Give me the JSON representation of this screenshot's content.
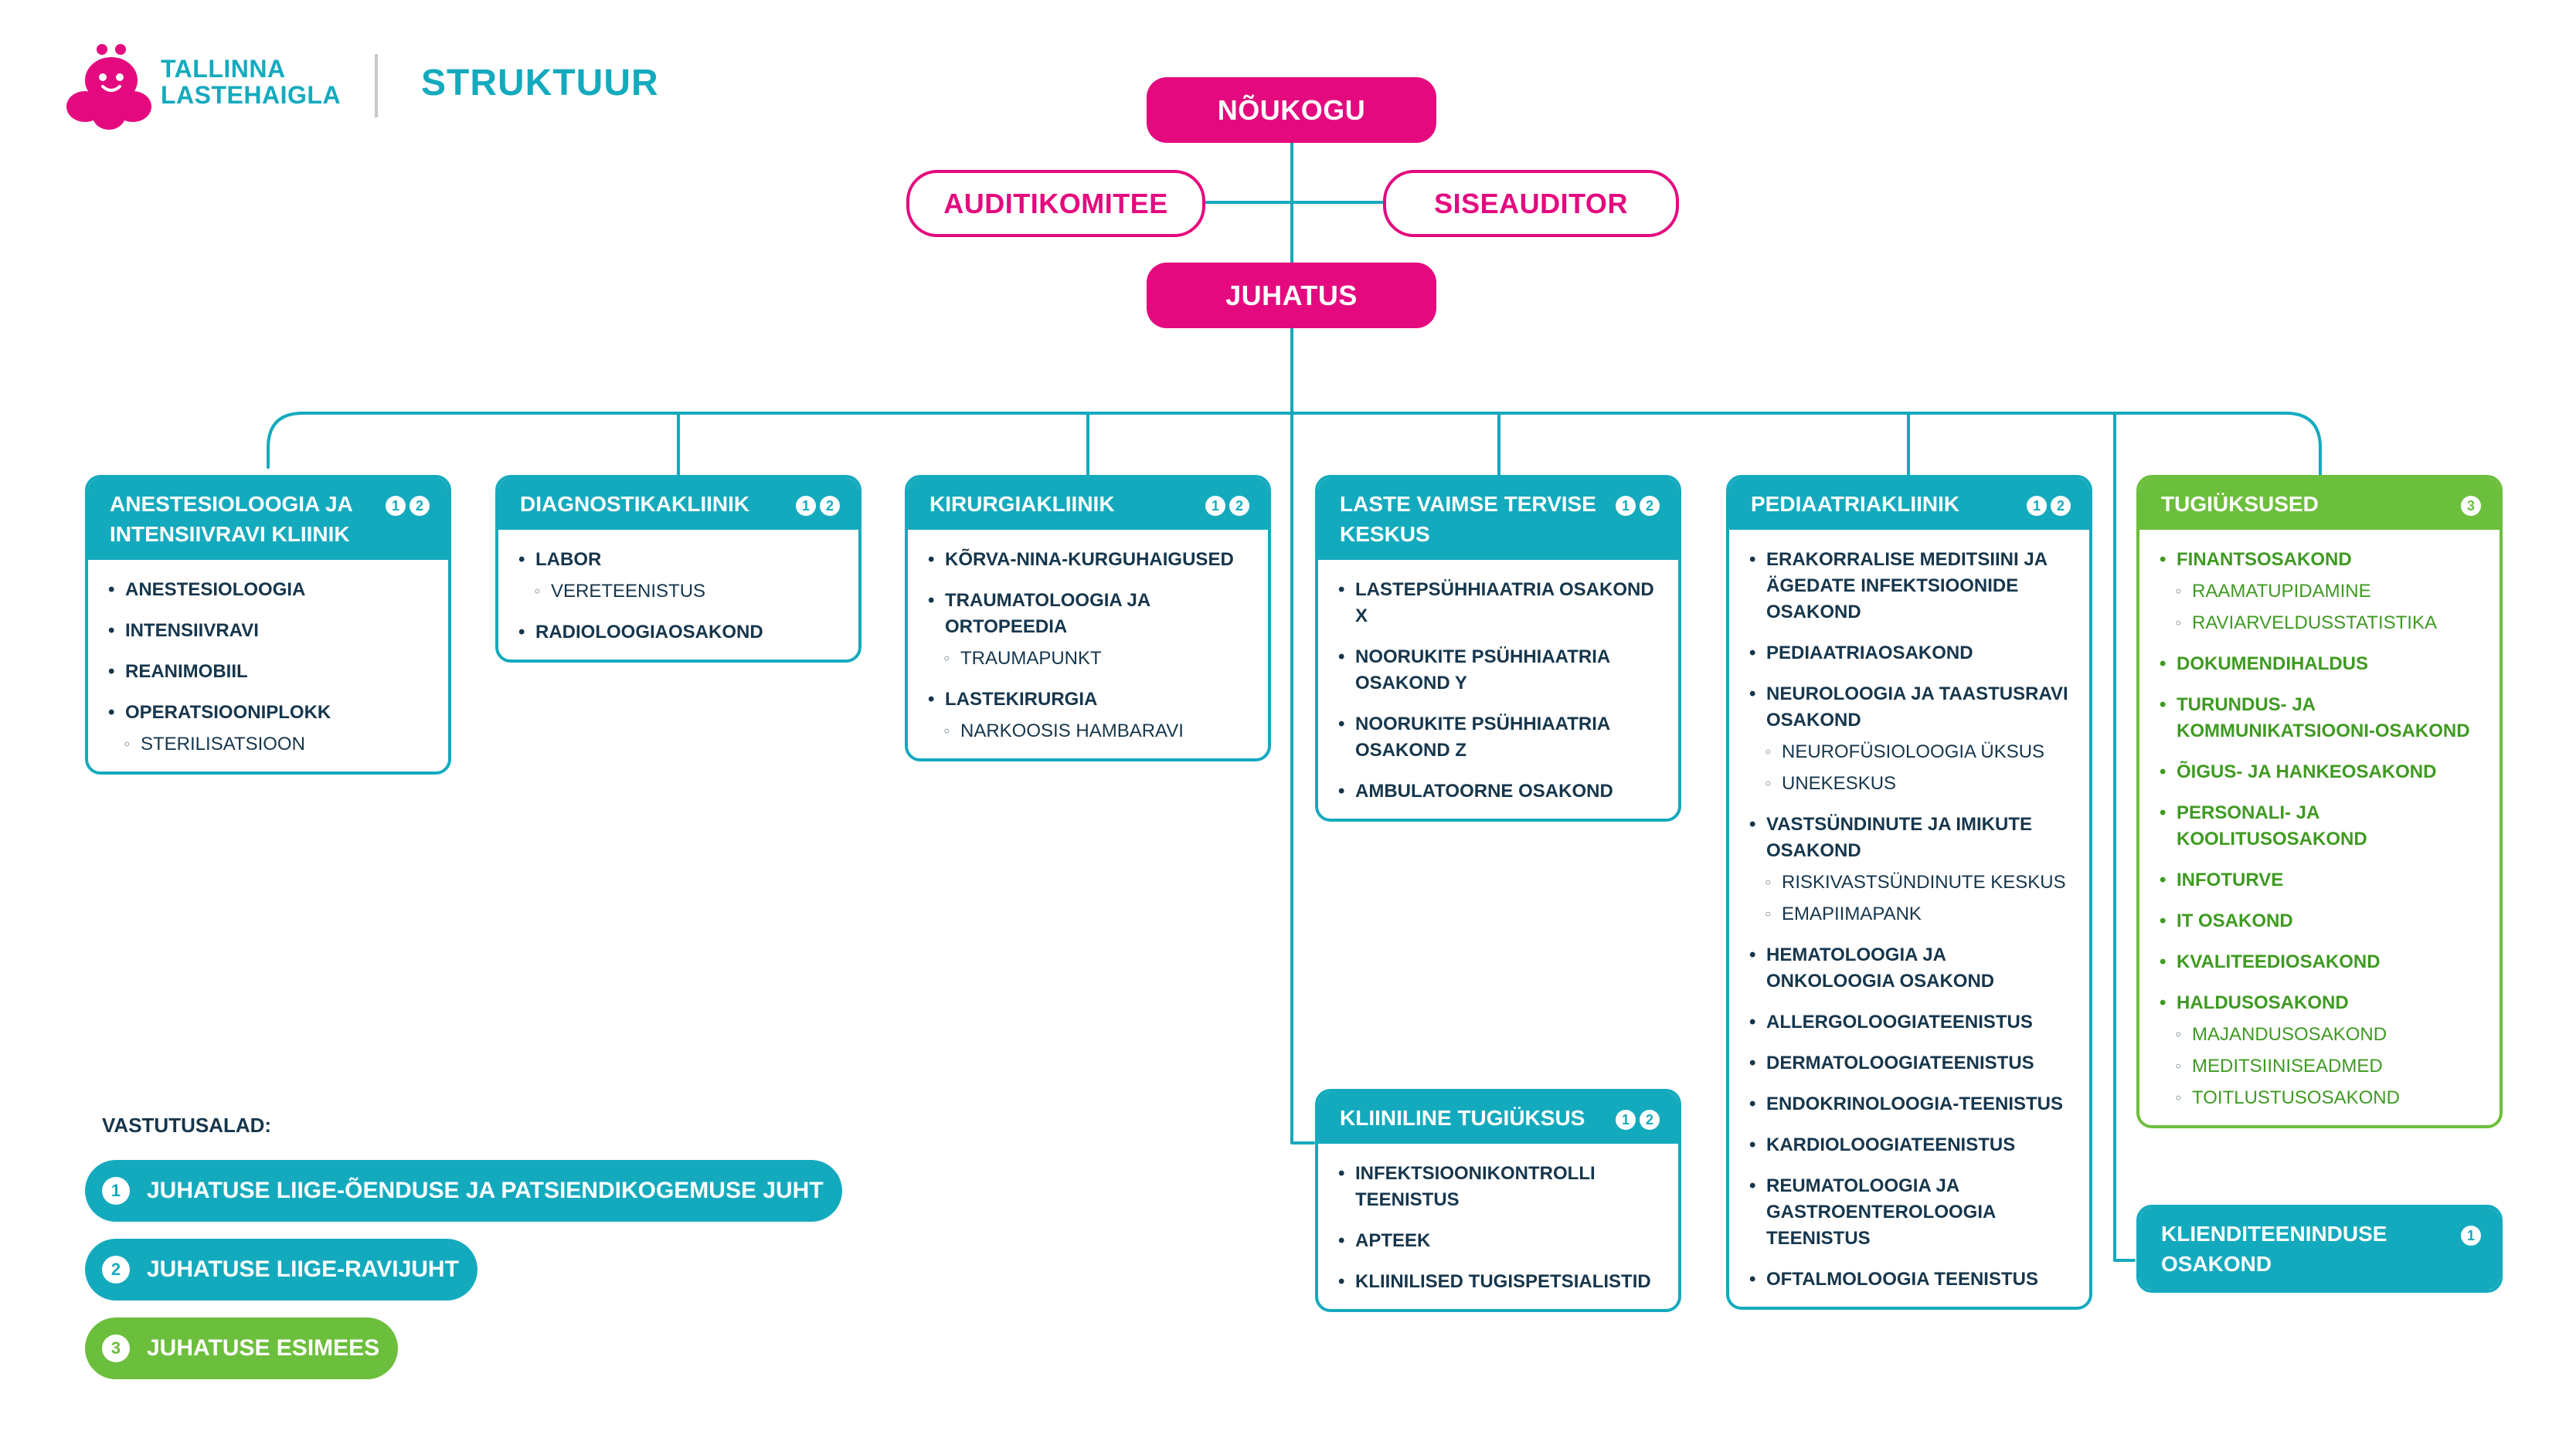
{
  "header": {
    "logo_line1": "TALLINNA",
    "logo_line2": "LASTEHAIGLA",
    "logo_icon": "bee-heart-icon",
    "title": "STRUKTUUR"
  },
  "colors": {
    "magenta": "#e4097e",
    "teal": "#14aabe",
    "green": "#6cbf3c",
    "navy": "#16364c"
  },
  "top": {
    "noukogu": "NÕUKOGU",
    "auditikomitee": "AUDITIKOMITEE",
    "siseauditor": "SISEAUDITOR",
    "juhatus": "JUHATUS"
  },
  "units": {
    "anest": {
      "title": "ANESTESIOLOOGIA JA INTENSIIVRAVI KLIINIK",
      "badges": [
        "1",
        "2"
      ],
      "items": [
        {
          "label": "ANESTESIOLOOGIA",
          "subs": []
        },
        {
          "label": "INTENSIIVRAVI",
          "subs": []
        },
        {
          "label": "REANIMOBIIL",
          "subs": []
        },
        {
          "label": "OPERATSIOONIPLOKK",
          "subs": [
            "STERILISATSIOON"
          ]
        }
      ]
    },
    "diag": {
      "title": "DIAGNOSTIKAKLIINIK",
      "badges": [
        "1",
        "2"
      ],
      "items": [
        {
          "label": "LABOR",
          "subs": [
            "VERETEENISTUS"
          ]
        },
        {
          "label": "RADIOLOOGIAOSAKOND",
          "subs": []
        }
      ]
    },
    "kirurg": {
      "title": "KIRURGIAKLIINIK",
      "badges": [
        "1",
        "2"
      ],
      "items": [
        {
          "label": "KÕRVA-NINA-KURGUHAIGUSED",
          "subs": []
        },
        {
          "label": "TRAUMATOLOOGIA JA ORTOPEEDIA",
          "subs": [
            "TRAUMAPUNKT"
          ]
        },
        {
          "label": "LASTEKIRURGIA",
          "subs": [
            "NARKOOSIS HAMBARAVI"
          ]
        }
      ]
    },
    "vaimne": {
      "title": "LASTE VAIMSE TERVISE KESKUS",
      "badges": [
        "1",
        "2"
      ],
      "items": [
        {
          "label": "LASTEPSÜHHIAATRIA OSAKOND X",
          "subs": []
        },
        {
          "label": "NOORUKITE PSÜHHIAATRIA OSAKOND Y",
          "subs": []
        },
        {
          "label": "NOORUKITE PSÜHHIAATRIA OSAKOND Z",
          "subs": []
        },
        {
          "label": "AMBULATOORNE OSAKOND",
          "subs": []
        }
      ]
    },
    "kliiniline": {
      "title": "KLIINILINE TUGIÜKSUS",
      "badges": [
        "1",
        "2"
      ],
      "items": [
        {
          "label": "INFEKTSIOONIKONTROLLI TEENISTUS",
          "subs": []
        },
        {
          "label": "APTEEK",
          "subs": []
        },
        {
          "label": "KLIINILISED TUGISPETSIALISTID",
          "subs": []
        }
      ]
    },
    "pediaat": {
      "title": "PEDIAATRIAKLIINIK",
      "badges": [
        "1",
        "2"
      ],
      "items": [
        {
          "label": "ERAKORRALISE MEDITSIINI JA ÄGEDATE INFEKTSIOONIDE OSAKOND",
          "subs": []
        },
        {
          "label": "PEDIAATRIAOSAKOND",
          "subs": []
        },
        {
          "label": "NEUROLOOGIA JA TAASTUSRAVI OSAKOND",
          "subs": [
            "NEUROFÜSIOLOOGIA ÜKSUS",
            "UNEKESKUS"
          ]
        },
        {
          "label": "VASTSÜNDINUTE JA IMIKUTE OSAKOND",
          "subs": [
            "RISKIVASTSÜNDINUTE KESKUS",
            "EMAPIIMAPANK"
          ]
        },
        {
          "label": "HEMATOLOOGIA JA ONKOLOOGIA OSAKOND",
          "subs": []
        },
        {
          "label": "ALLERGOLOOGIATEENISTUS",
          "subs": []
        },
        {
          "label": "DERMATOLOOGIATEENISTUS",
          "subs": []
        },
        {
          "label": "ENDOKRINOLOOGIA-TEENISTUS",
          "subs": []
        },
        {
          "label": "KARDIOLOOGIATEENISTUS",
          "subs": []
        },
        {
          "label": "REUMATOLOOGIA JA GASTROENTEROLOOGIA TEENISTUS",
          "subs": []
        },
        {
          "label": "OFTALMOLOOGIA TEENISTUS",
          "subs": []
        }
      ]
    },
    "tugi": {
      "title": "TUGIÜKSUSED",
      "badges": [
        "3"
      ],
      "items": [
        {
          "label": "FINANTSOSAKOND",
          "subs": [
            "RAAMATUPIDAMINE",
            "RAVIARVELDUSSTATISTIKA"
          ]
        },
        {
          "label": "DOKUMENDIHALDUS",
          "subs": []
        },
        {
          "label": "TURUNDUS- JA KOMMUNIKATSIOONI-OSAKOND",
          "subs": []
        },
        {
          "label": "ÕIGUS- JA HANKEOSAKOND",
          "subs": []
        },
        {
          "label": "PERSONALI- JA KOOLITUSOSAKOND",
          "subs": []
        },
        {
          "label": "INFOTURVE",
          "subs": []
        },
        {
          "label": "IT OSAKOND",
          "subs": []
        },
        {
          "label": "KVALITEEDIOSAKOND",
          "subs": []
        },
        {
          "label": "HALDUSOSAKOND",
          "subs": [
            "MAJANDUSOSAKOND",
            "MEDITSIINISEADMED",
            "TOITLUSTUSOSAKOND"
          ]
        }
      ]
    },
    "klient": {
      "title": "KLIENDITEENINDUSE OSAKOND",
      "badges": [
        "1"
      ],
      "items": []
    }
  },
  "legend": {
    "title": "VASTUTUSALAD:",
    "entries": [
      {
        "num": "1",
        "label": "JUHATUSE LIIGE-ÕENDUSE JA PATSIENDIKOGEMUSE JUHT"
      },
      {
        "num": "2",
        "label": "JUHATUSE LIIGE-RAVIJUHT"
      },
      {
        "num": "3",
        "label": "JUHATUSE ESIMEES"
      }
    ]
  }
}
